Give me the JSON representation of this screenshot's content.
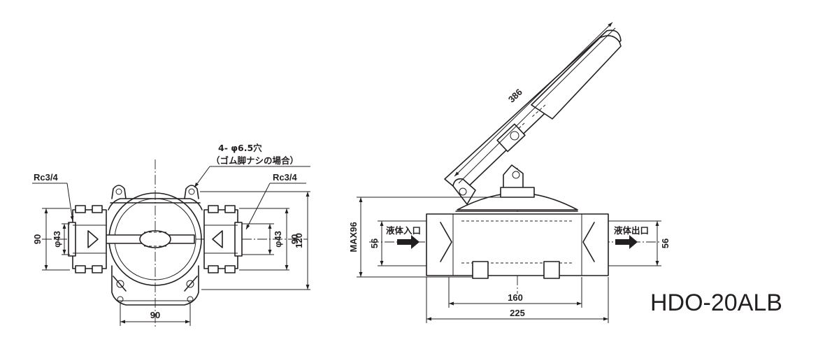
{
  "model": "HDO-20ALB",
  "front_view": {
    "hole_note_line1": "4- φ6.5穴",
    "hole_note_line2": "（ゴム脚ナシの場合）",
    "port_left": "Rc3/4",
    "port_right": "Rc3/4",
    "dim_height_left": "90",
    "dim_bore_left": "φ43",
    "dim_bore_right": "φ43",
    "dim_height_right": "90",
    "dim_total_height": "120",
    "dim_bolt_span": "90"
  },
  "side_view": {
    "dim_handle": "386",
    "dim_max_height": "MAX96",
    "dim_port_height_left": "56",
    "dim_port_height_right": "56",
    "inlet_label": "液体入口",
    "outlet_label": "液体出口",
    "dim_base": "160",
    "dim_overall": "225"
  },
  "colors": {
    "ink": "#231f20",
    "background": "#ffffff"
  }
}
